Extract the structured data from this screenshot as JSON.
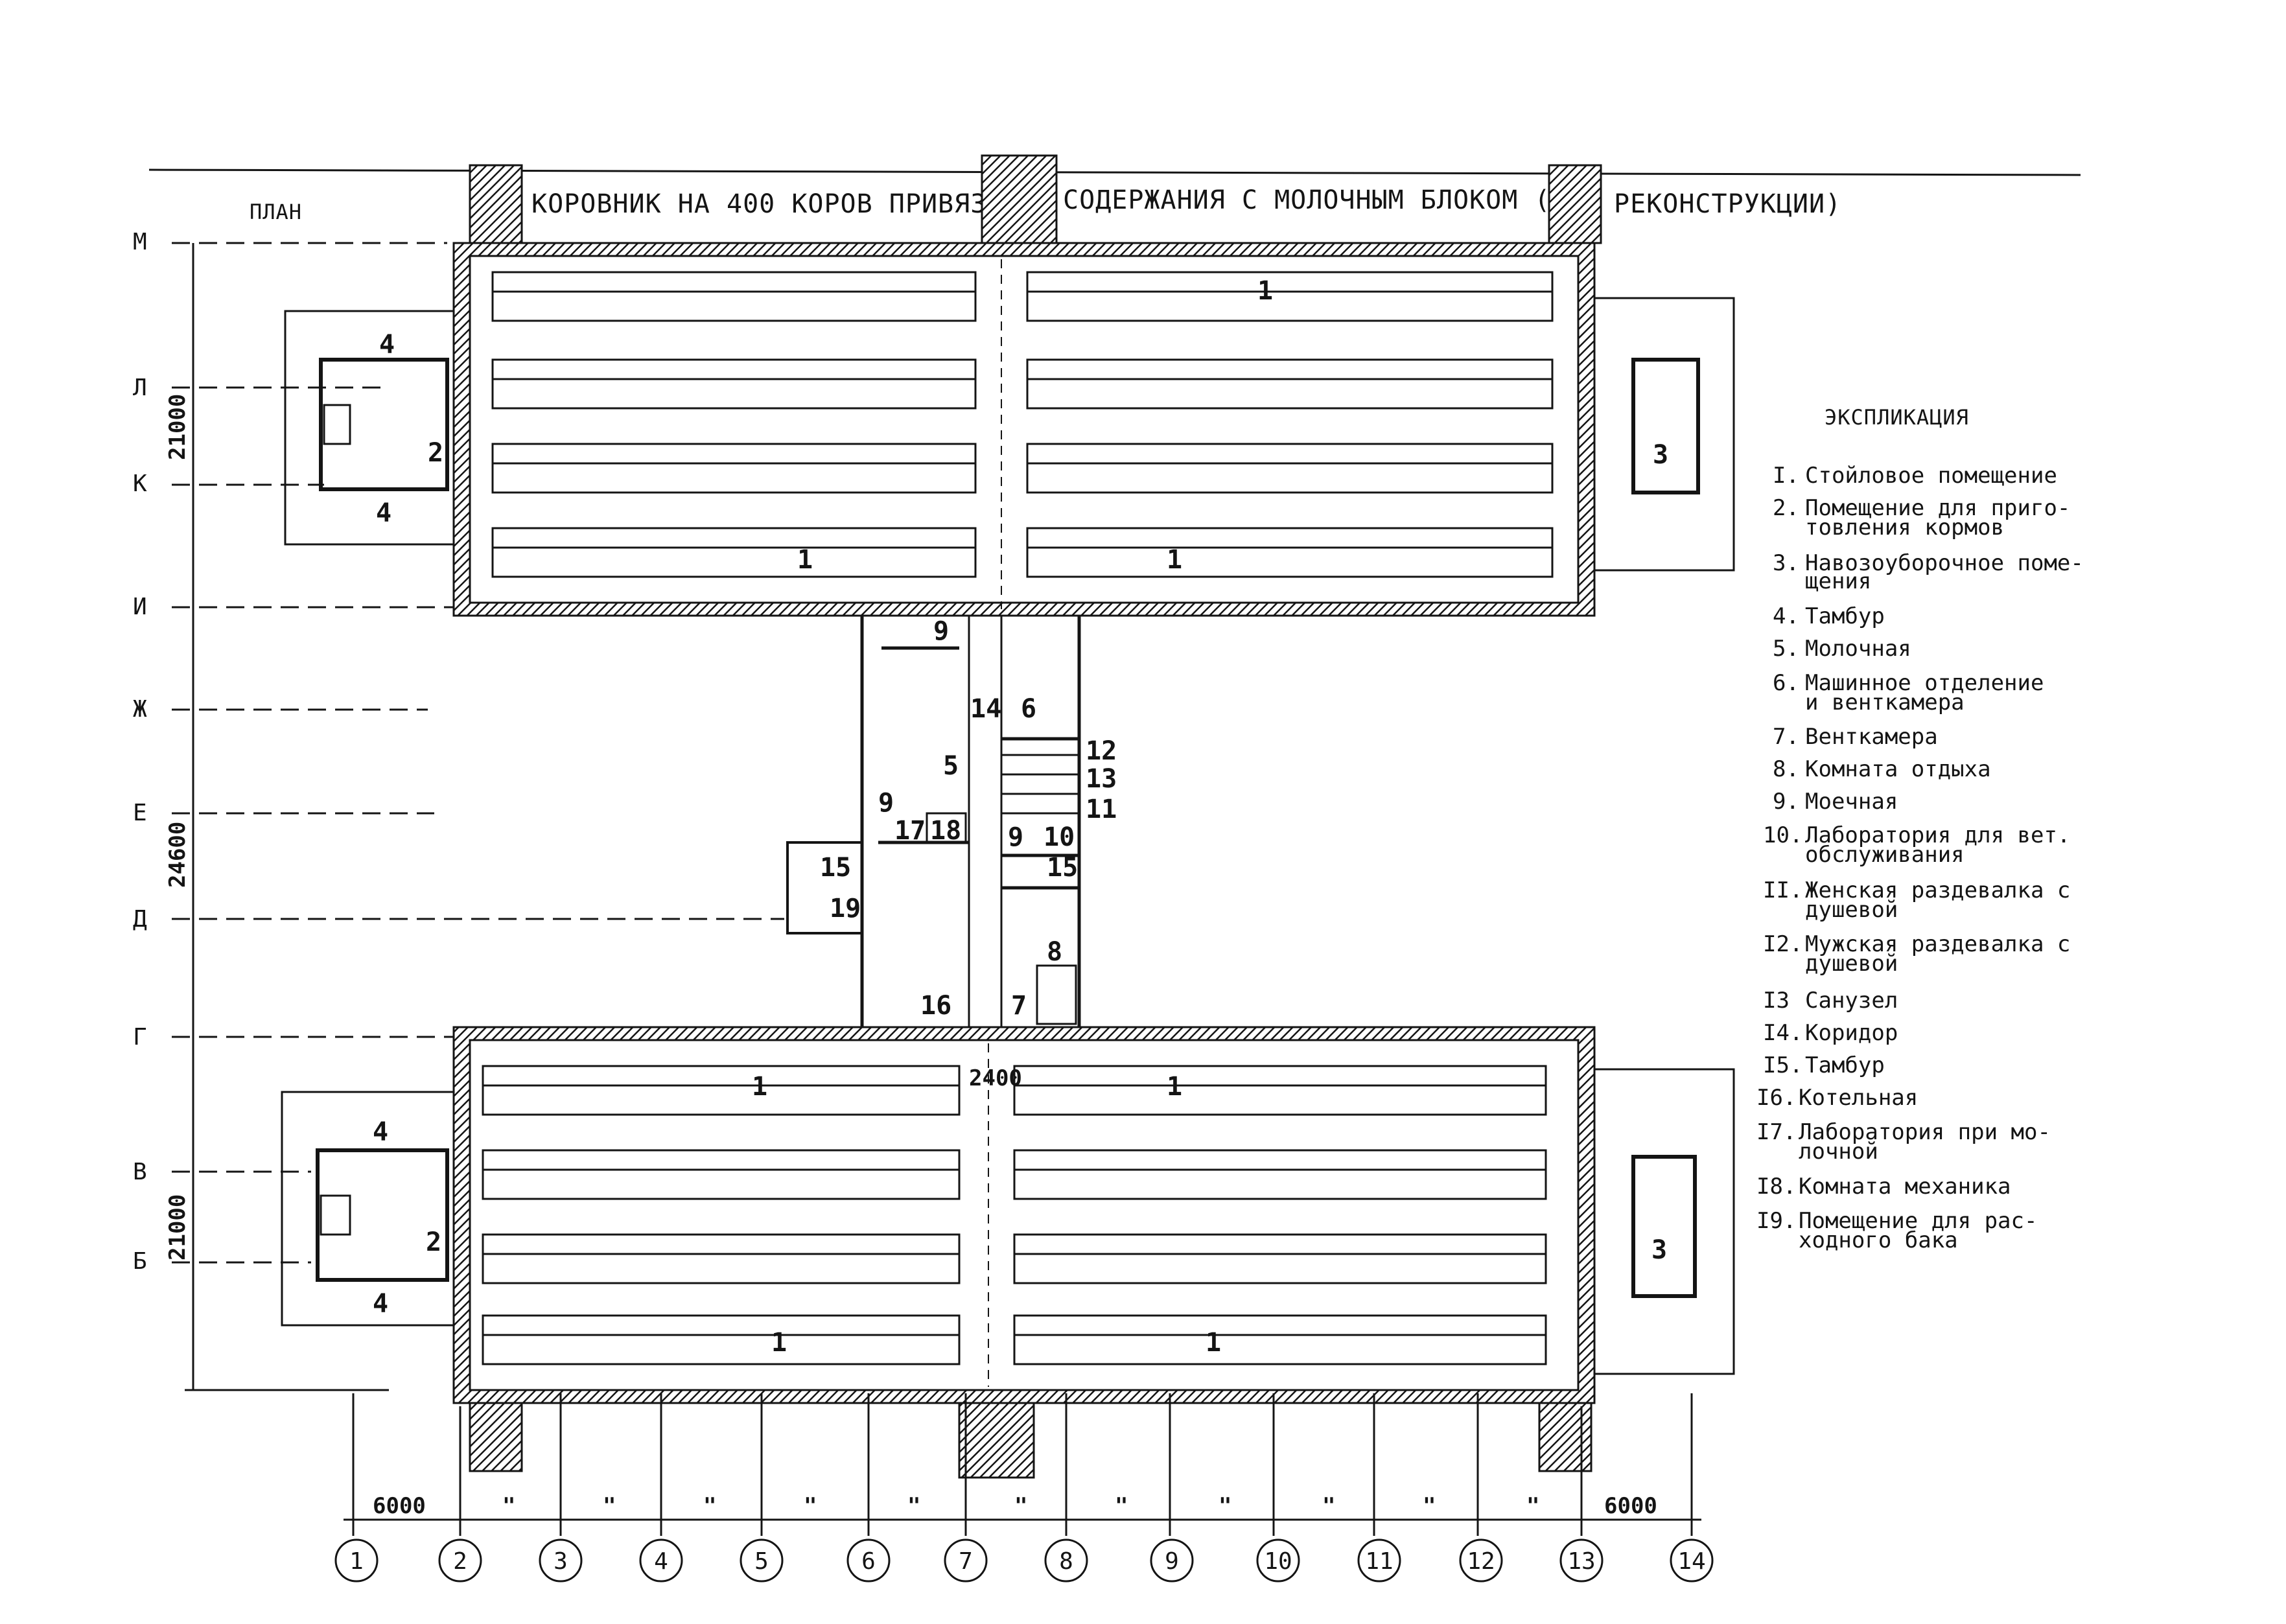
{
  "title_left": "КОРОВНИК НА 400 КОРОВ ПРИВЯЗНОГО",
  "title_mid": "СОДЕРЖАНИЯ С МОЛОЧНЫМ БЛОКОМ (ДО",
  "title_right": "РЕКОНСТРУКЦИИ)",
  "plan_label": "ПЛАН",
  "legend_title": "ЭКСПЛИКАЦИЯ",
  "legend": [
    {
      "num": "I.",
      "l1": "Стойловое помещение",
      "l2": ""
    },
    {
      "num": "2.",
      "l1": "Помещение для приго-",
      "l2": "товления кормов"
    },
    {
      "num": "3.",
      "l1": "Навозоуборочное поме-",
      "l2": "щения"
    },
    {
      "num": "4.",
      "l1": "Тамбур",
      "l2": ""
    },
    {
      "num": "5.",
      "l1": "Молочная",
      "l2": ""
    },
    {
      "num": "6.",
      "l1": "Машинное отделение",
      "l2": "и венткамера"
    },
    {
      "num": "7.",
      "l1": "Венткамера",
      "l2": ""
    },
    {
      "num": "8.",
      "l1": "Комната отдыха",
      "l2": ""
    },
    {
      "num": "9.",
      "l1": "Моечная",
      "l2": ""
    },
    {
      "num": "10.",
      "l1": "Лаборатория для вет.",
      "l2": "обслуживания"
    },
    {
      "num": "II.",
      "l1": "Женская раздевалка с",
      "l2": "душевой"
    },
    {
      "num": "I2.",
      "l1": "Мужская раздевалка с",
      "l2": "душевой"
    },
    {
      "num": "I3",
      "l1": "Санузел",
      "l2": ""
    },
    {
      "num": "I4.",
      "l1": "Коридор",
      "l2": ""
    },
    {
      "num": "I5.",
      "l1": "Тамбур",
      "l2": ""
    },
    {
      "num": "I6.",
      "l1": "Котельная",
      "l2": ""
    },
    {
      "num": "I7.",
      "l1": "Лаборатория при мо-",
      "l2": "лочной"
    },
    {
      "num": "I8.",
      "l1": "Комната механика",
      "l2": ""
    },
    {
      "num": "I9.",
      "l1": "Помещение для рас-",
      "l2": "ходного бака"
    }
  ],
  "axes_letters": [
    "М",
    "Л",
    "К",
    "И",
    "Ж",
    "Е",
    "Д",
    "Г",
    "В",
    "Б"
  ],
  "axes_numbers": [
    "1",
    "2",
    "3",
    "4",
    "5",
    "6",
    "7",
    "8",
    "9",
    "10",
    "11",
    "12",
    "13",
    "14"
  ],
  "dims": {
    "d_top": "21000",
    "d_mid": "24600",
    "d_bot": "21000",
    "d_left": "6000",
    "d_right": "6000",
    "d_corr": "2400",
    "ditto": "\""
  },
  "rooms": {
    "r1": "1",
    "r2": "2",
    "r3": "3",
    "r4": "4",
    "r5": "5",
    "r6": "6",
    "r7": "7",
    "r8": "8",
    "r9": "9",
    "r10": "10",
    "r11": "11",
    "r12": "12",
    "r13": "13",
    "r14": "14",
    "r15": "15",
    "r16": "16",
    "r17": "17",
    "r18": "18",
    "r19": "19"
  }
}
